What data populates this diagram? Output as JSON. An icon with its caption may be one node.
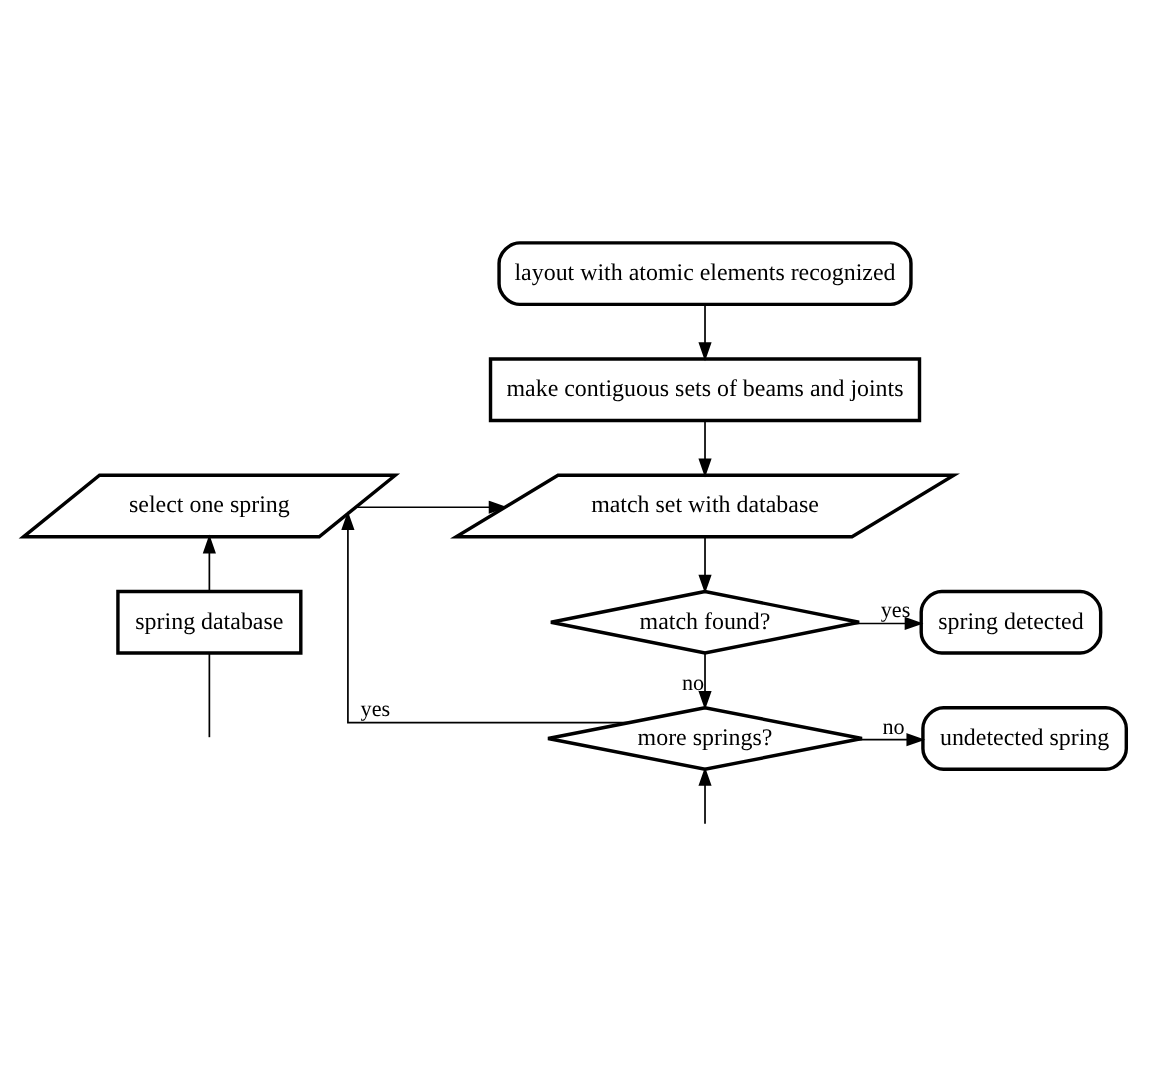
{
  "diagram": {
    "nodes": [
      {
        "text": [
          "layout with atomic elements recognized"
        ]
      },
      {
        "text": [
          "make contiguous sets of beams and joints"
        ]
      },
      {
        "text": [
          "select one spring"
        ]
      },
      {
        "text": [
          "match set with database"
        ]
      },
      {
        "text": [
          "spring database"
        ]
      },
      {
        "text": [
          "match found?"
        ]
      },
      {
        "text": [
          "spring detected"
        ]
      },
      {
        "text": [
          "more springs?"
        ]
      },
      {
        "text": [
          "undetected spring"
        ]
      }
    ],
    "edges": [
      {
        "from": 0,
        "to": 1,
        "arrow": "to"
      },
      {
        "from": 1,
        "to": 3,
        "arrow": "to"
      },
      {
        "from": 2,
        "to": 3,
        "arrow": "to"
      },
      {
        "from": 3,
        "to": 5,
        "arrow": "to"
      },
      {
        "from": 5,
        "to": 6,
        "arrow": "to",
        "label": "yes"
      },
      {
        "from": 5,
        "to": 7,
        "arrow": "to",
        "label": "no"
      },
      {
        "from": 7,
        "to": 8,
        "arrow": "to",
        "label": "no"
      },
      {
        "from": 7,
        "to": 2,
        "arrow": "to",
        "label": "yes"
      },
      {
        "from": 4,
        "to": 2,
        "arrow": "to"
      },
      {
        "from": 4,
        "to": null,
        "arrow": "none"
      },
      {
        "from": null,
        "to": 7,
        "arrow": "to"
      }
    ]
  }
}
